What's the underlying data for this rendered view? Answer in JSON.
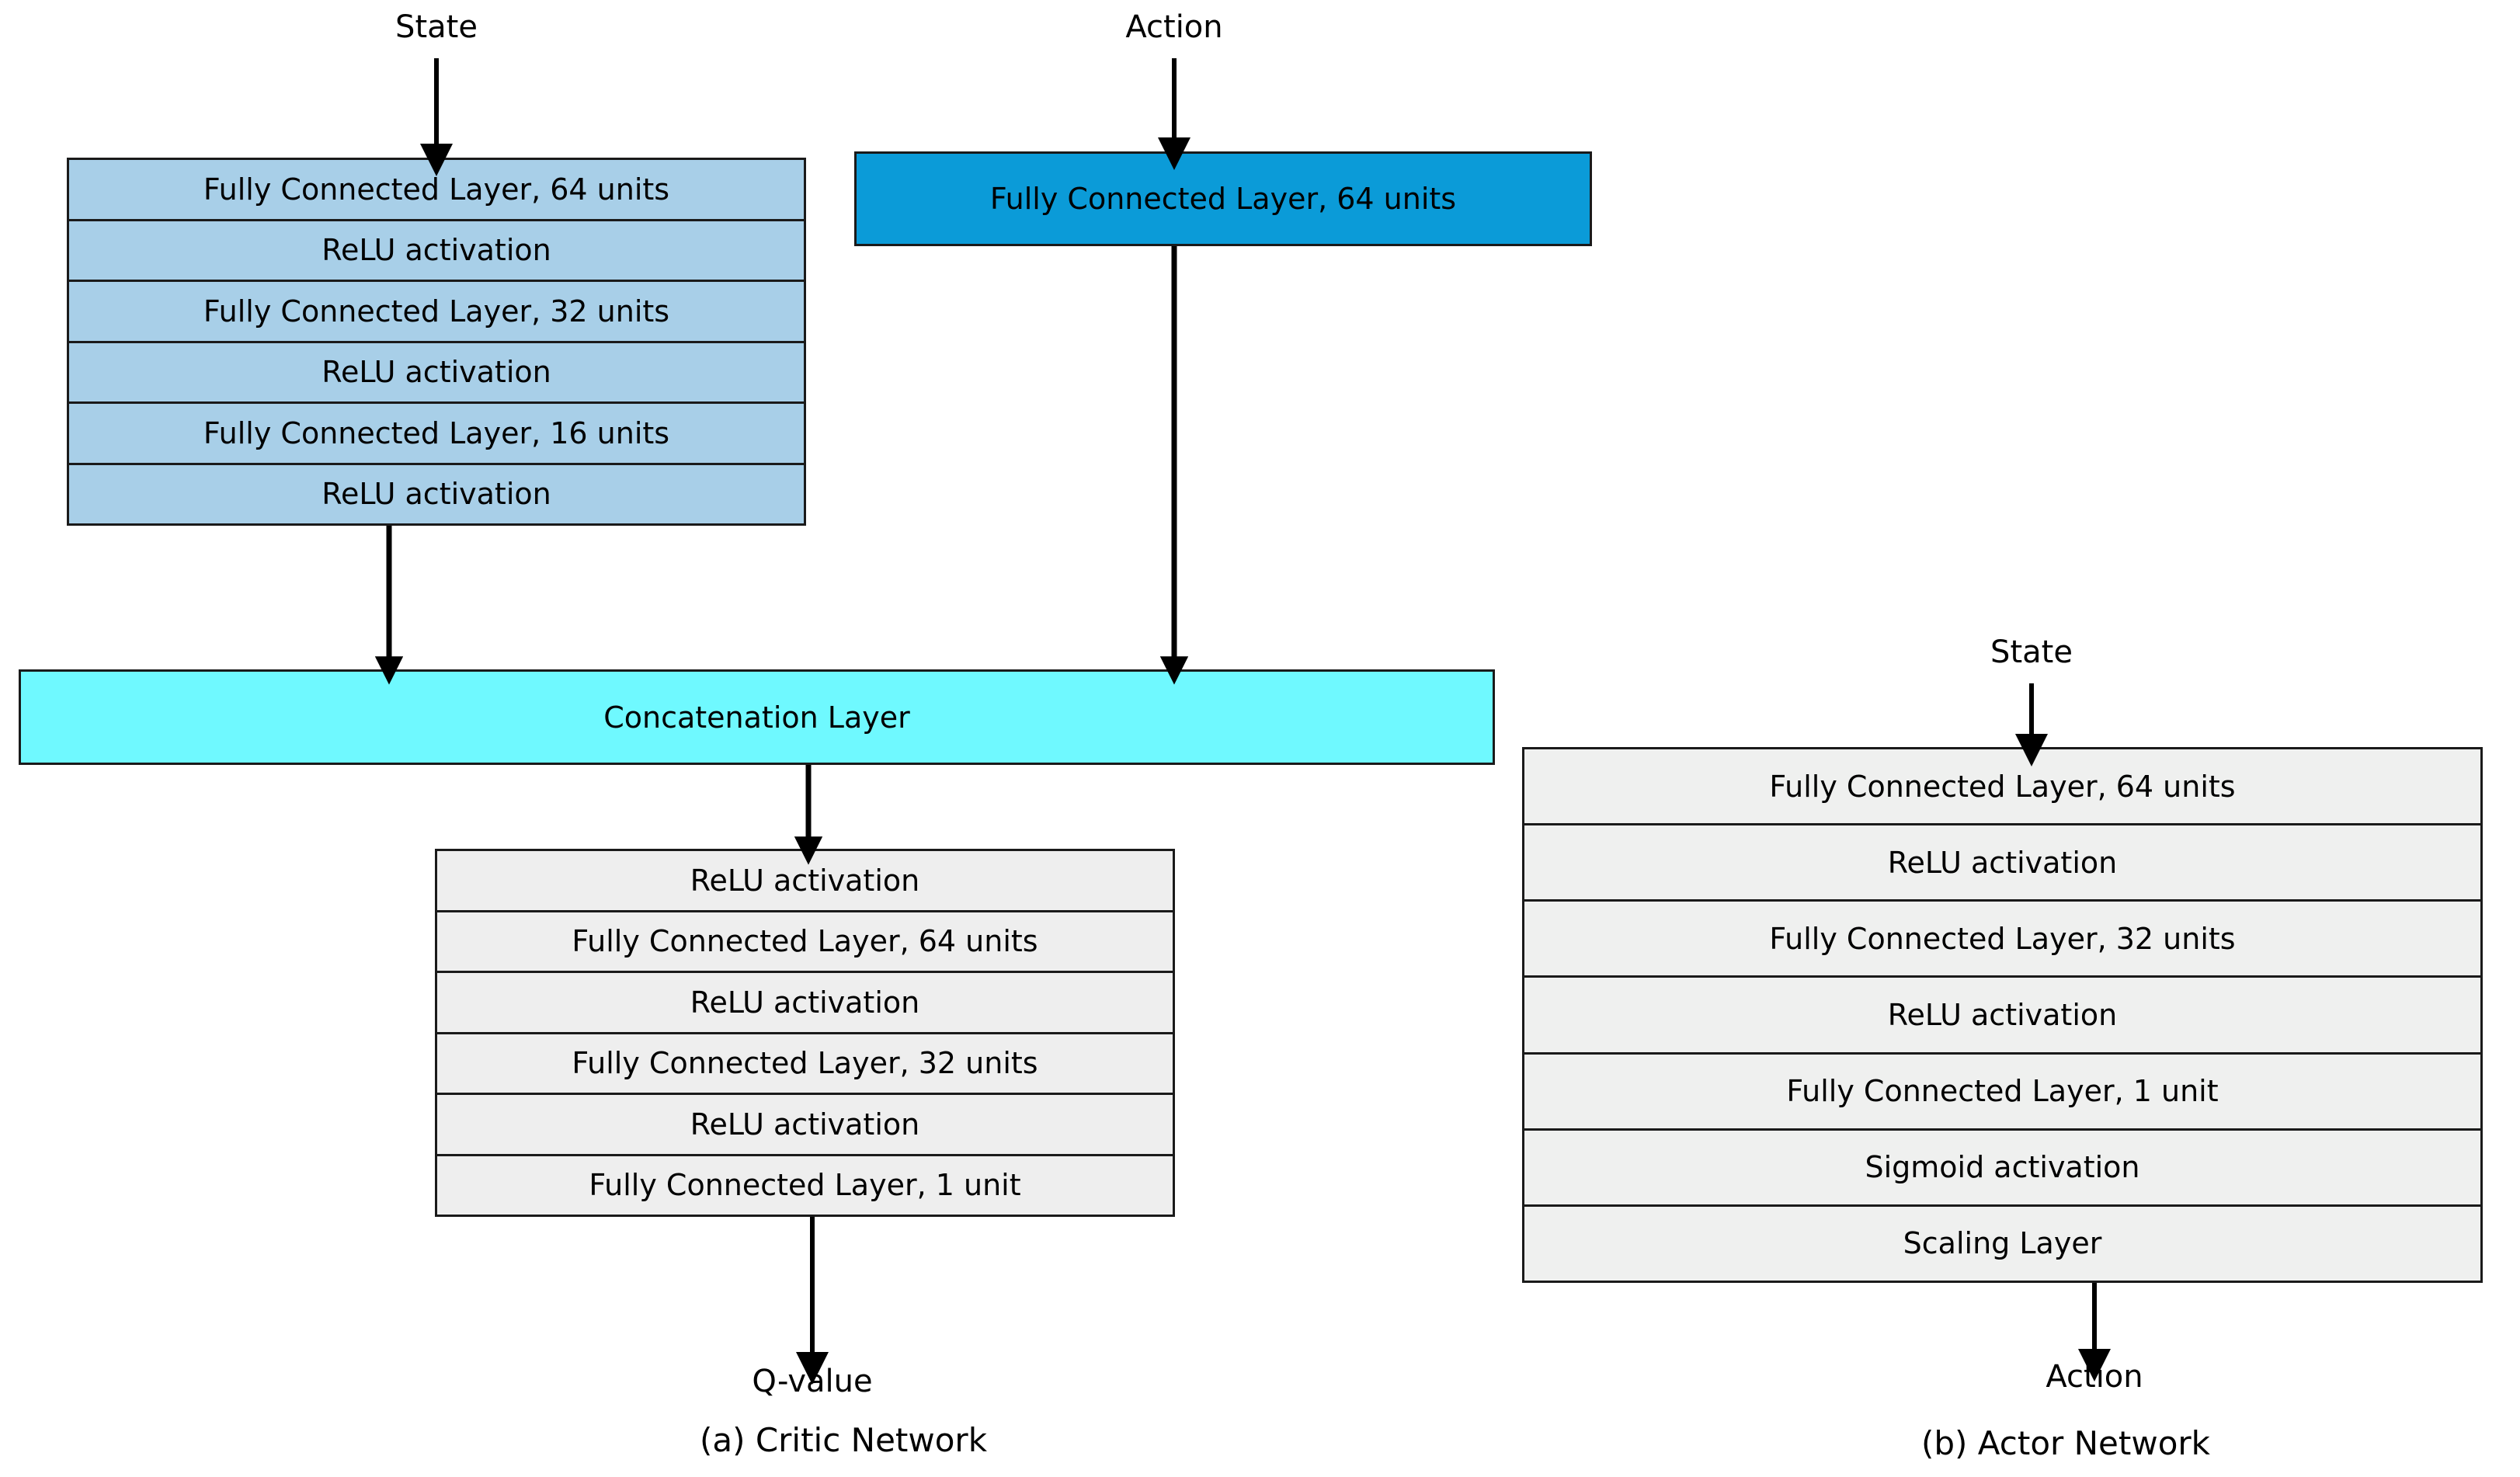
{
  "figure": {
    "critic": {
      "caption": "(a) Critic Network",
      "input_state_label": "State",
      "input_action_label": "Action",
      "output_label": "Q-value",
      "state_branch": [
        "Fully Connected Layer, 64 units",
        "ReLU activation",
        "Fully Connected Layer, 32 units",
        "ReLU activation",
        "Fully Connected Layer, 16 units",
        "ReLU activation"
      ],
      "action_branch": [
        "Fully Connected Layer, 64 units"
      ],
      "concat_label": "Concatenation Layer",
      "head": [
        "ReLU activation",
        "Fully Connected Layer, 64 units",
        "ReLU activation",
        "Fully Connected Layer, 32 units",
        "ReLU activation",
        "Fully Connected Layer, 1 unit"
      ]
    },
    "actor": {
      "caption": "(b) Actor Network",
      "input_state_label": "State",
      "output_label": "Action",
      "layers": [
        "Fully Connected Layer, 64 units",
        "ReLU activation",
        "Fully Connected Layer, 32 units",
        "ReLU activation",
        "Fully Connected Layer, 1 unit",
        "Sigmoid activation",
        "Scaling Layer"
      ]
    },
    "colors": {
      "state_branch_fill": "#a8cfe8",
      "action_branch_fill": "#0b9bd8",
      "concat_fill": "#6ff9ff",
      "neutral_fill": "#eeeeee",
      "border": "#1a1a1a",
      "background": "#ffffff"
    }
  }
}
